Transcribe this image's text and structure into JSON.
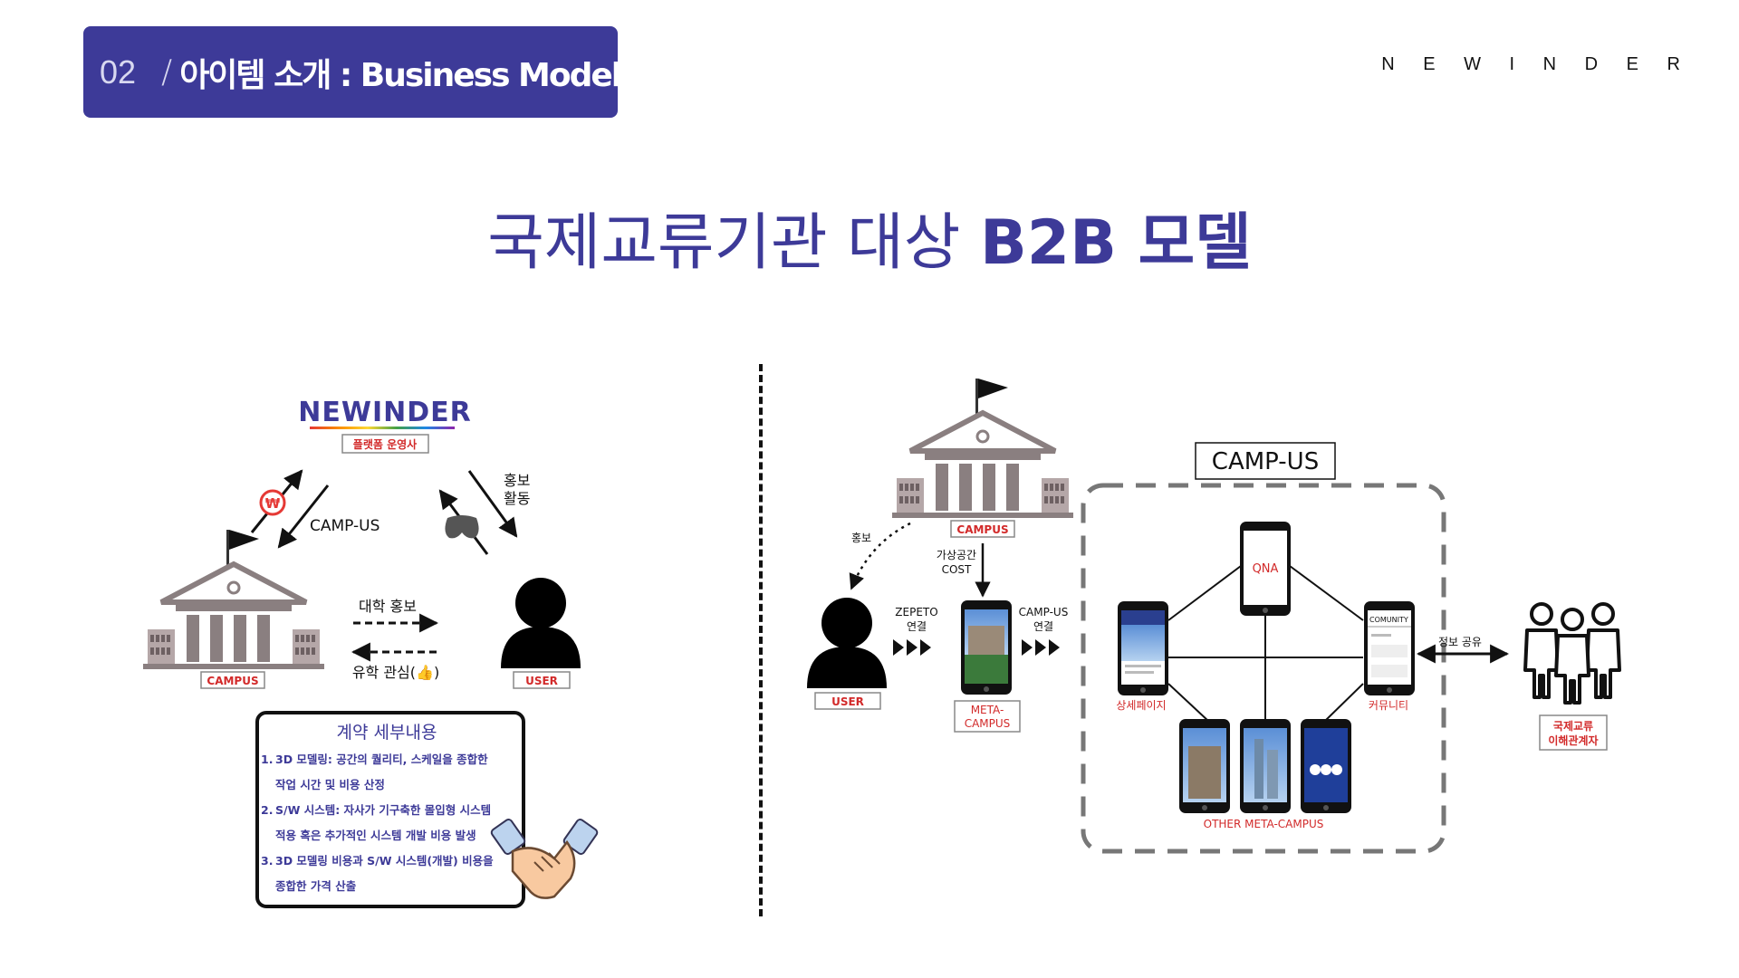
{
  "header": {
    "section_number": "02",
    "section_slash": "/",
    "section_title": "아이템 소개 : Business Model",
    "brand": "N E W I N D E R"
  },
  "title": {
    "main": "국제교류기관 대상 ",
    "emphasis": "B2B 모델"
  },
  "left_diagram": {
    "logo_text": "NEWINDER",
    "operator_label": "플랫폼 운영사",
    "campus_label": "CAMPUS",
    "user_label": "USER",
    "campus_us_label": "CAMP-US",
    "promo_label_line1": "홍보",
    "promo_label_line2": "활동",
    "won_symbol": "₩",
    "univ_promo": "대학 홍보",
    "study_interest": "유학 관심(👍)",
    "contract": {
      "title": "계약 세부내용",
      "items": [
        {
          "num": "1.",
          "line1": "3D 모델링: 공간의 퀄리티, 스케일을 종합한",
          "line2": "작업 시간 및 비용 산정"
        },
        {
          "num": "2.",
          "line1": "S/W 시스템: 자사가 기구축한 몰입형 시스템",
          "line2": "적용 혹은 추가적인 시스템 개발 비용 발생"
        },
        {
          "num": "3.",
          "line1": "3D 모델링 비용과 S/W 시스템(개발) 비용을",
          "line2": "종합한 가격 산출"
        }
      ]
    }
  },
  "right_diagram": {
    "campus_label": "CAMPUS",
    "user_label": "USER",
    "promo": "홍보",
    "virtual_cost_line1": "가상공간",
    "virtual_cost_line2": "COST",
    "zepeto_line1": "ZEPETO",
    "zepeto_line2": "연결",
    "campus_us_line1": "CAMP-US",
    "campus_us_line2": "연결",
    "meta_campus_line1": "META-",
    "meta_campus_line2": "CAMPUS",
    "platform_title": "CAMP-US",
    "qna": "QNA",
    "detail_page": "상세페이지",
    "community": "커뮤니티",
    "community_screen": "COMUNITY",
    "other_meta": "OTHER META-CAMPUS",
    "info_share": "정보 공유",
    "stakeholder_line1": "국제교류",
    "stakeholder_line2": "이해관계자"
  },
  "colors": {
    "brand_purple": "#3d3a98",
    "label_red": "#d22a2a",
    "dashed_gray": "#777777"
  }
}
